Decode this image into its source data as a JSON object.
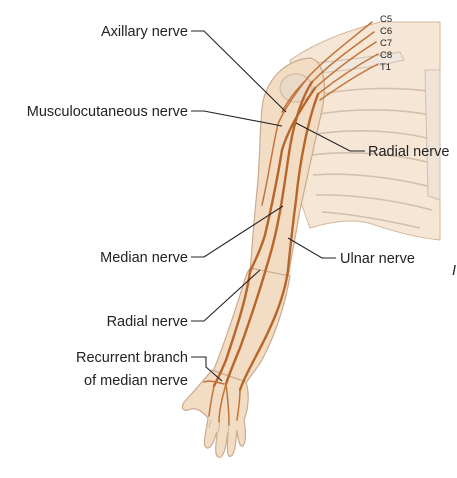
{
  "labels": {
    "axillary": "Axillary nerve",
    "musculocutaneous": "Musculocutaneous nerve",
    "radial_upper": "Radial nerve",
    "median": "Median nerve",
    "ulnar": "Ulnar nerve",
    "radial_lower": "Radial nerve",
    "recurrent_line1": "Recurrent branch",
    "recurrent_line2": "of median nerve",
    "stray_mark": "I"
  },
  "roots": [
    "C5",
    "C6",
    "C7",
    "C8",
    "T1"
  ],
  "colors": {
    "nerve": "#b8652a",
    "skin": "#f3dcc4",
    "bone": "#efe7dd",
    "text": "#222222"
  }
}
